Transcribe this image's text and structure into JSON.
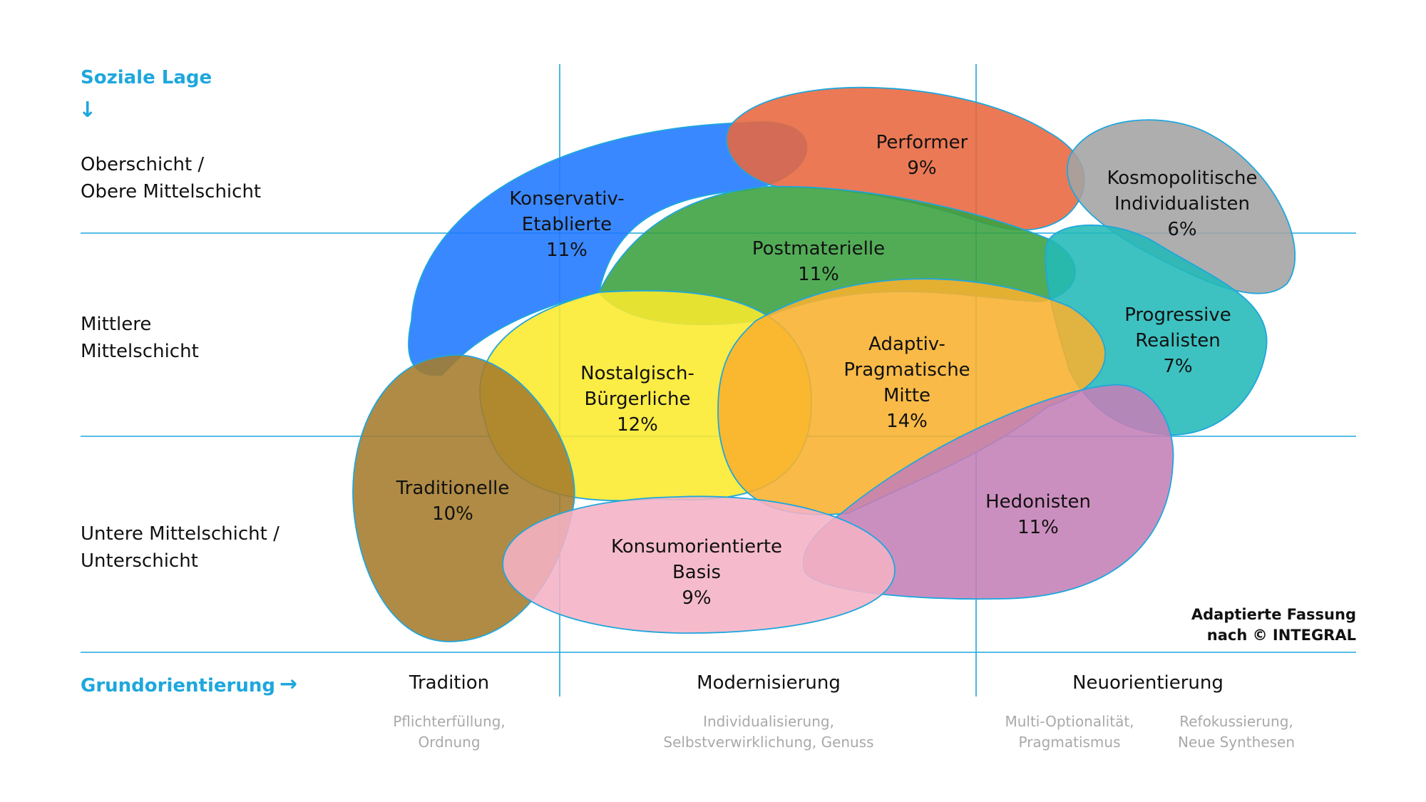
{
  "y_axis": {
    "title": "Soziale Lage",
    "arrow": "↓"
  },
  "rows": [
    {
      "line1": "Oberschicht /",
      "line2": "Obere Mittelschicht"
    },
    {
      "line1": "Mittlere",
      "line2": "Mittelschicht"
    },
    {
      "line1": "Untere Mittelschicht /",
      "line2": "Unterschicht"
    }
  ],
  "x_axis": {
    "title": "Grundorientierung",
    "arrow": "→"
  },
  "columns": [
    {
      "label": "Tradition",
      "sub1": "Pflichterfüllung,",
      "sub2": "Ordnung"
    },
    {
      "label": "Modernisierung",
      "sub1": "Individualisierung,",
      "sub2": "Selbstverwirklichung, Genuss"
    },
    {
      "label": "Neuorientierung"
    }
  ],
  "neu_subs": [
    {
      "sub1": "Multi-Optionalität,",
      "sub2": "Pragmatismus"
    },
    {
      "sub1": "Refokussierung,",
      "sub2": "Neue Synthesen"
    }
  ],
  "credit": {
    "line1": "Adaptierte Fassung",
    "line2": "nach © INTEGRAL"
  },
  "milieus": [
    {
      "id": "konservativ",
      "lines": [
        "Konservativ-",
        "Etablierte",
        "11%"
      ],
      "color": "#1f78ff"
    },
    {
      "id": "performer",
      "lines": [
        "Performer",
        "9%"
      ],
      "color": "#e8663f"
    },
    {
      "id": "kosmopolitisch",
      "lines": [
        "Kosmopolitische",
        "Individualisten",
        "6%"
      ],
      "color": "#a3a3a3"
    },
    {
      "id": "postmateriell",
      "lines": [
        "Postmaterielle",
        "11%"
      ],
      "color": "#3aa03f"
    },
    {
      "id": "progressiv",
      "lines": [
        "Progressive",
        "Realisten",
        "7%"
      ],
      "color": "#22bab8"
    },
    {
      "id": "nostalgisch",
      "lines": [
        "Nostalgisch-",
        "Bürgerliche",
        "12%"
      ],
      "color": "#fbe92c"
    },
    {
      "id": "adaptiv",
      "lines": [
        "Adaptiv-",
        "Pragmatische",
        "Mitte",
        "14%"
      ],
      "color": "#f8b12e"
    },
    {
      "id": "traditionelle",
      "lines": [
        "Traditionelle",
        "10%"
      ],
      "color": "#a57b2b"
    },
    {
      "id": "hedonisten",
      "lines": [
        "Hedonisten",
        "11%"
      ],
      "color": "#c47fb6"
    },
    {
      "id": "konsum",
      "lines": [
        "Konsumorientierte",
        "Basis",
        "9%"
      ],
      "color": "#f4b2c5"
    }
  ]
}
